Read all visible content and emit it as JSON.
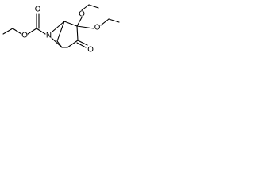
{
  "diagram": {
    "type": "chemical-structure",
    "atoms": [
      {
        "id": "N1",
        "label": "N"
      },
      {
        "id": "O_ester_carbonyl",
        "label": "O"
      },
      {
        "id": "O_ester_ether",
        "label": "O"
      },
      {
        "id": "O_ketone",
        "label": "O"
      },
      {
        "id": "O_ethoxy_1",
        "label": "O"
      },
      {
        "id": "O_ethoxy_2",
        "label": "O"
      }
    ],
    "colors": {
      "bond": "#000000",
      "label": "#000000",
      "background": "#ffffff"
    }
  }
}
